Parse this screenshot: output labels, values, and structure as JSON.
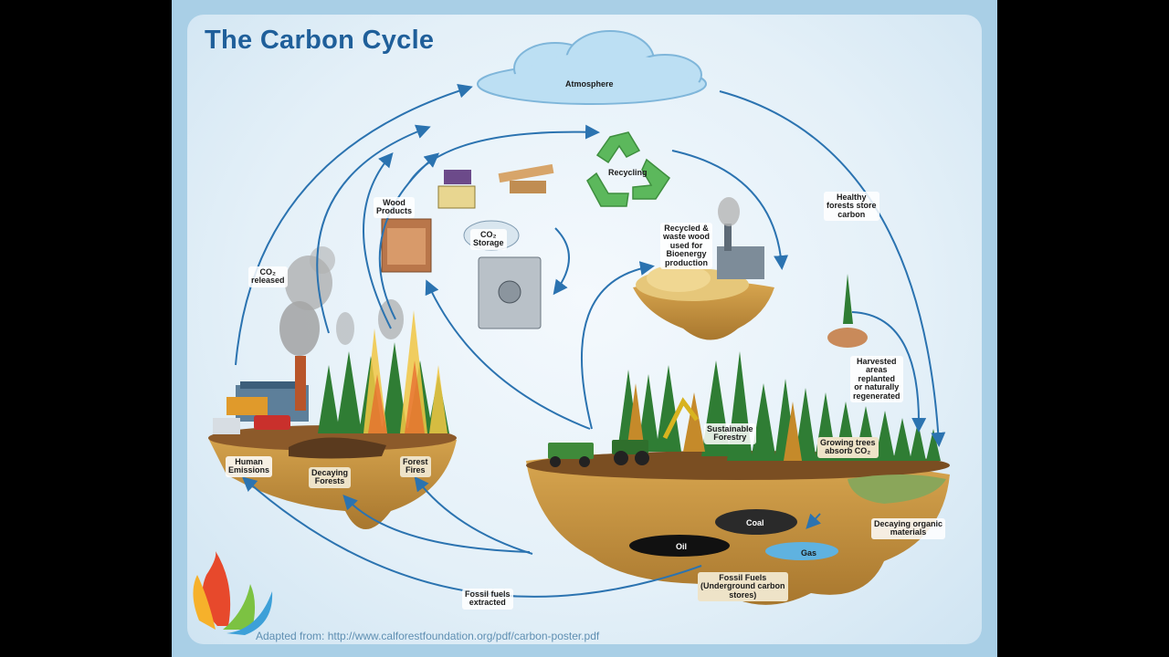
{
  "title": "The Carbon Cycle",
  "labels": {
    "atmosphere": "Atmosphere",
    "recycling": "Recycling",
    "wood_products": "Wood\nProducts",
    "co2_storage": "CO₂\nStorage",
    "co2_released": "CO₂\nreleased",
    "recycled_wood": "Recycled &\nwaste wood\nused for\nBioenergy\nproduction",
    "healthy_forests": "Healthy\nforests store\ncarbon",
    "harvested_areas": "Harvested\nareas\nreplanted\nor naturally\nregenerated",
    "sustainable_forestry": "Sustainable\nForestry",
    "growing_trees": "Growing trees\nabsorb CO₂",
    "human_emissions": "Human\nEmissions",
    "decaying_forests": "Decaying\nForests",
    "forest_fires": "Forest\nFires",
    "decaying_organic": "Decaying organic\nmaterials",
    "coal": "Coal",
    "oil": "Oil",
    "gas": "Gas",
    "fossil_fuels": "Fossil Fuels\n(Underground carbon\nstores)",
    "fossil_fuels_extracted": "Fossil fuels\nextracted"
  },
  "credit": "Adapted from: http://www.calforestfoundation.org/pdf/carbon-poster.pdf",
  "colors": {
    "arrow": "#2b73b0",
    "title": "#1f5f9a",
    "ground": "#c9973f",
    "tree": "#2f7d34",
    "recycle": "#5cb85c"
  }
}
